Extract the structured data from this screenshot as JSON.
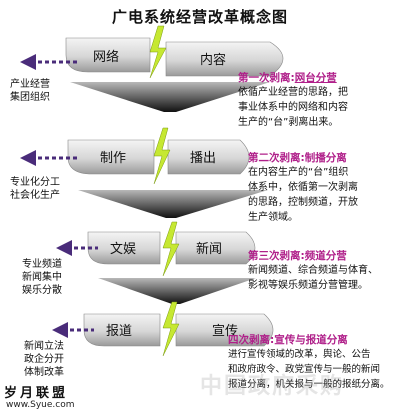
{
  "title": "广电系统经营改革概念图",
  "stages": [
    {
      "left_pill": "网络",
      "right_pill": "内容",
      "left_label": [
        "产业经营",
        "集团组织"
      ],
      "stage_title_prefix": "第一次剥离:",
      "stage_title_main": "网台分营",
      "description": [
        "依循产业经营的思路，把",
        "事业体系中的网络和内容",
        "生产的“台”剥离出来。"
      ]
    },
    {
      "left_pill": "制作",
      "right_pill": "播出",
      "left_label": [
        "专业化分工",
        "社会化生产"
      ],
      "stage_title_prefix": "第二次剥离:",
      "stage_title_main": "制播分离",
      "description": [
        "在内容生产的“台”组织",
        "体系中，依循第一次剥离",
        "的思路，控制频道，开放",
        "生产领域。"
      ]
    },
    {
      "left_pill": "文娱",
      "right_pill": "新闻",
      "left_label": [
        "专业频道",
        "新闻集中",
        "娱乐分散"
      ],
      "stage_title_prefix": "第三次剥离:",
      "stage_title_main": "频道分营",
      "description": [
        "新闻频道、综合频道与体育、",
        "影视等娱乐频道分营管理。"
      ]
    },
    {
      "left_pill": "报道",
      "right_pill": "宣传",
      "left_label": [
        "新闻立法",
        "政企分开",
        "体制改革"
      ],
      "stage_title_prefix": "四次剥离:",
      "stage_title_main": "宣传与报道分离",
      "description": [
        "进行宣传领域的改革，舆论、公告",
        "和政府政令、政党宣传与一般的新闻",
        "报道分离，机关报与一般的报纸分离。"
      ]
    }
  ],
  "watermark": "中国政府采购",
  "logo": {
    "name": "岁月联盟",
    "url": "www.Syue.com"
  },
  "colors": {
    "arrow": "#4a2c7a",
    "pill_fill": "#d9d9d9",
    "stage_title": "#b0208a",
    "lightning": "#c6e832"
  }
}
